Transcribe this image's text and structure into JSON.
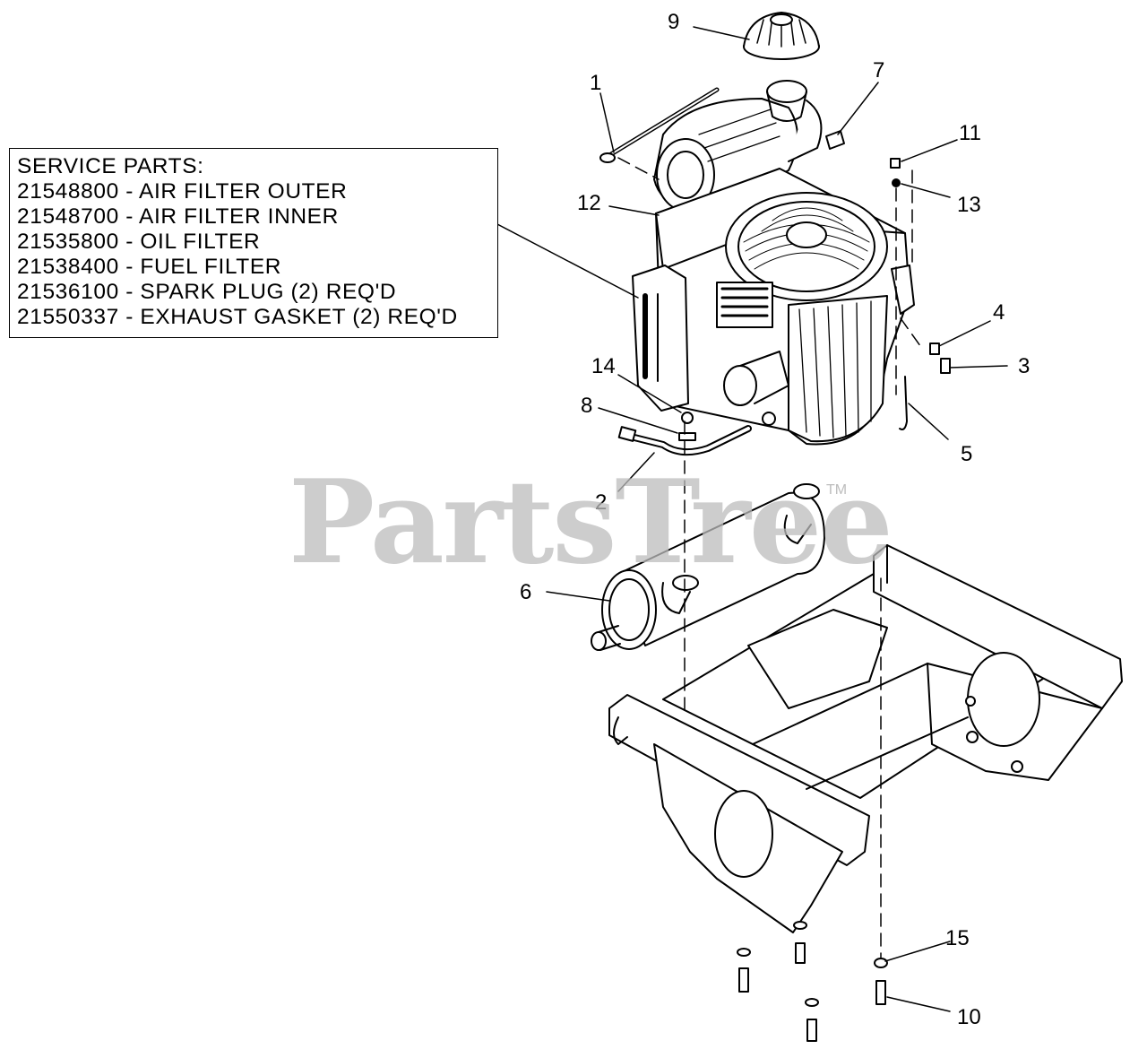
{
  "service_box": {
    "title": "SERVICE PARTS:",
    "items": [
      "21548800 - AIR FILTER OUTER",
      "21548700 - AIR FILTER INNER",
      "21535800 - OIL FILTER",
      "21538400 - FUEL FILTER",
      "21536100 - SPARK PLUG (2) REQ'D",
      "21550337 - EXHAUST GASKET (2) REQ'D"
    ]
  },
  "watermark": {
    "text": "PartsTree",
    "tm": "TM"
  },
  "callouts": {
    "c1": "1",
    "c2": "2",
    "c3": "3",
    "c4": "4",
    "c5": "5",
    "c6": "6",
    "c7": "7",
    "c8": "8",
    "c9": "9",
    "c10": "10",
    "c11": "11",
    "c12": "12",
    "c13": "13",
    "c14": "14",
    "c15": "15"
  },
  "colors": {
    "ink": "#000000",
    "watermark": "#bdbdbd",
    "background": "#ffffff"
  }
}
